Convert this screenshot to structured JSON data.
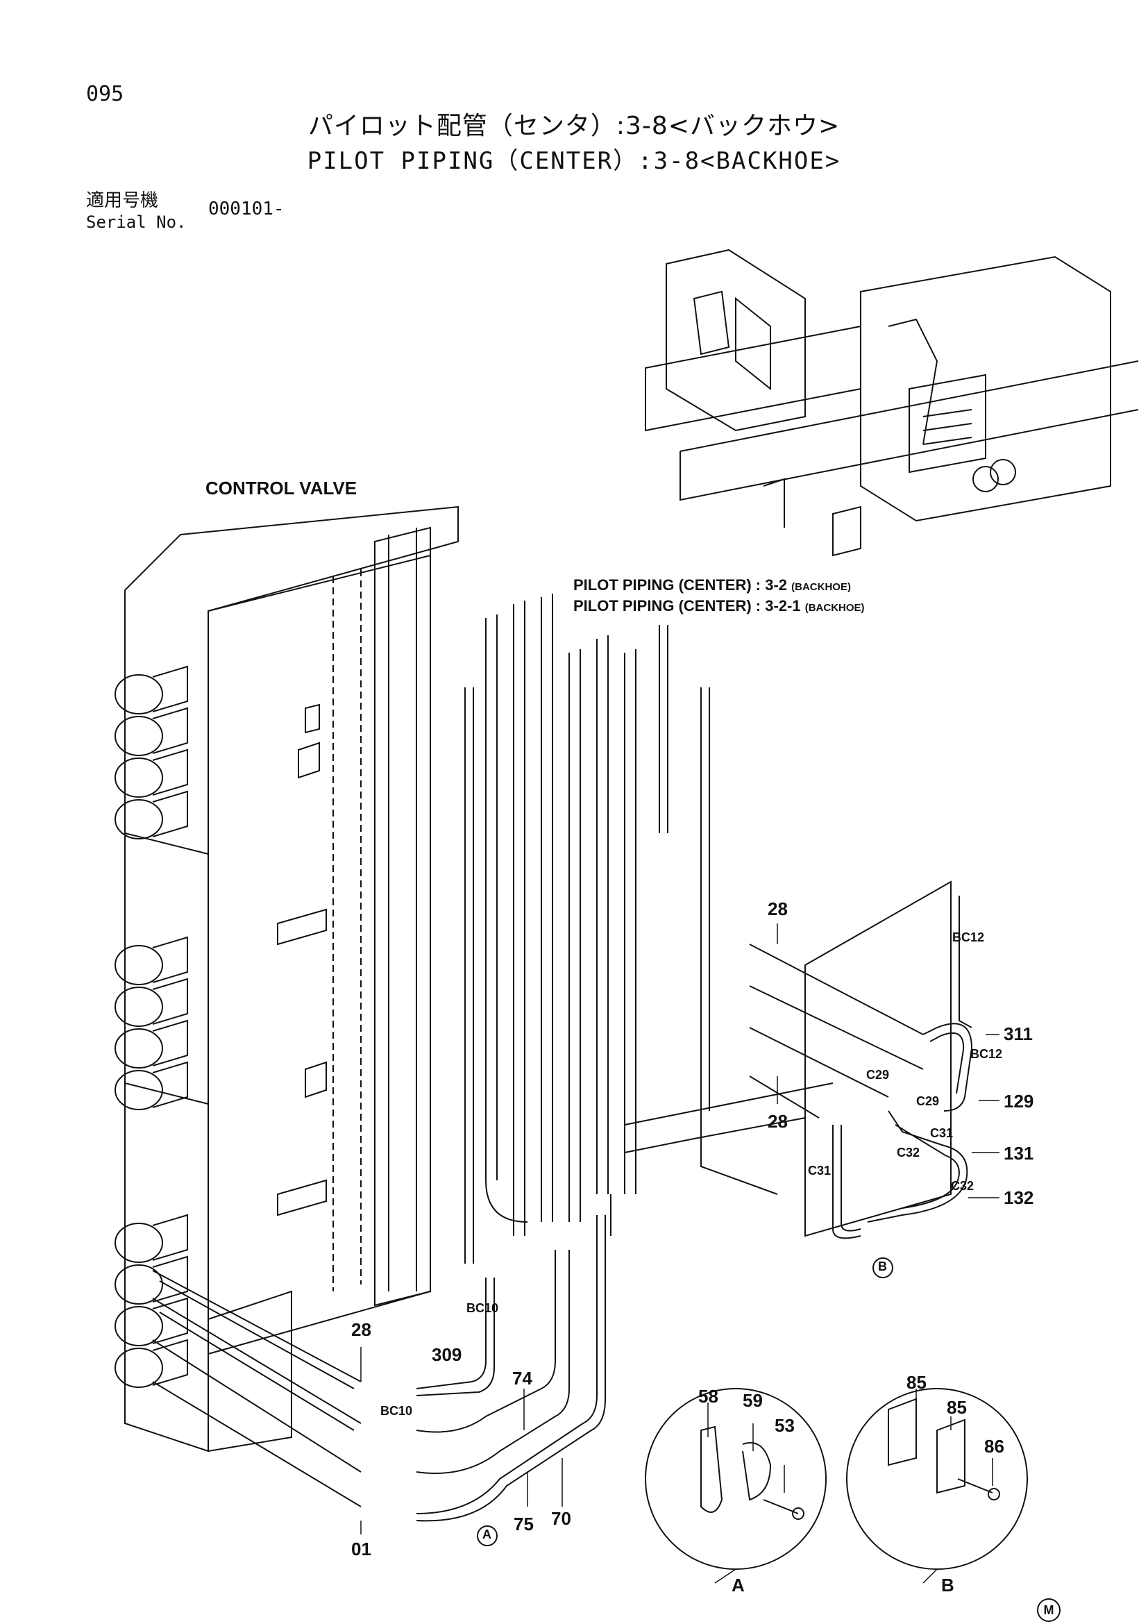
{
  "page": {
    "number": "095",
    "title_ja": "パイロット配管（センタ）:3-8<バックホウ>",
    "title_en": "PILOT PIPING（CENTER）:3-8<BACKHOE>",
    "serial_label_ja": "適用号機",
    "serial_label_en": "Serial No.",
    "serial_value": "000101-"
  },
  "labels": {
    "control_valve": "CONTROL VALVE",
    "ref1_main": "PILOT PIPING (CENTER) : 3-2 ",
    "ref1_sc": "(BACKHOE)",
    "ref2_main": "PILOT PIPING (CENTER) : 3-2-1 ",
    "ref2_sc": "(BACKHOE)",
    "logo": "M"
  },
  "callouts": {
    "c28_top": "28",
    "c28_bottom": "28",
    "c28_left": "28",
    "c311": "311",
    "c129": "129",
    "c131": "131",
    "c132": "132",
    "c309": "309",
    "c74": "74",
    "c75": "75",
    "c70": "70",
    "c01": "01",
    "c58": "58",
    "c59": "59",
    "c53": "53",
    "c85a": "85",
    "c85b": "85",
    "c86": "86",
    "bc12_a": "BC12",
    "bc12_b": "BC12",
    "c29_a": "C29",
    "c29_b": "C29",
    "c31_a": "C31",
    "c31_b": "C31",
    "c32_a": "C32",
    "c32_b": "C32",
    "bc10_a": "BC10",
    "bc10_b": "BC10",
    "view_a": "A",
    "view_b": "B",
    "circle_a": "A",
    "circle_b": "B"
  }
}
